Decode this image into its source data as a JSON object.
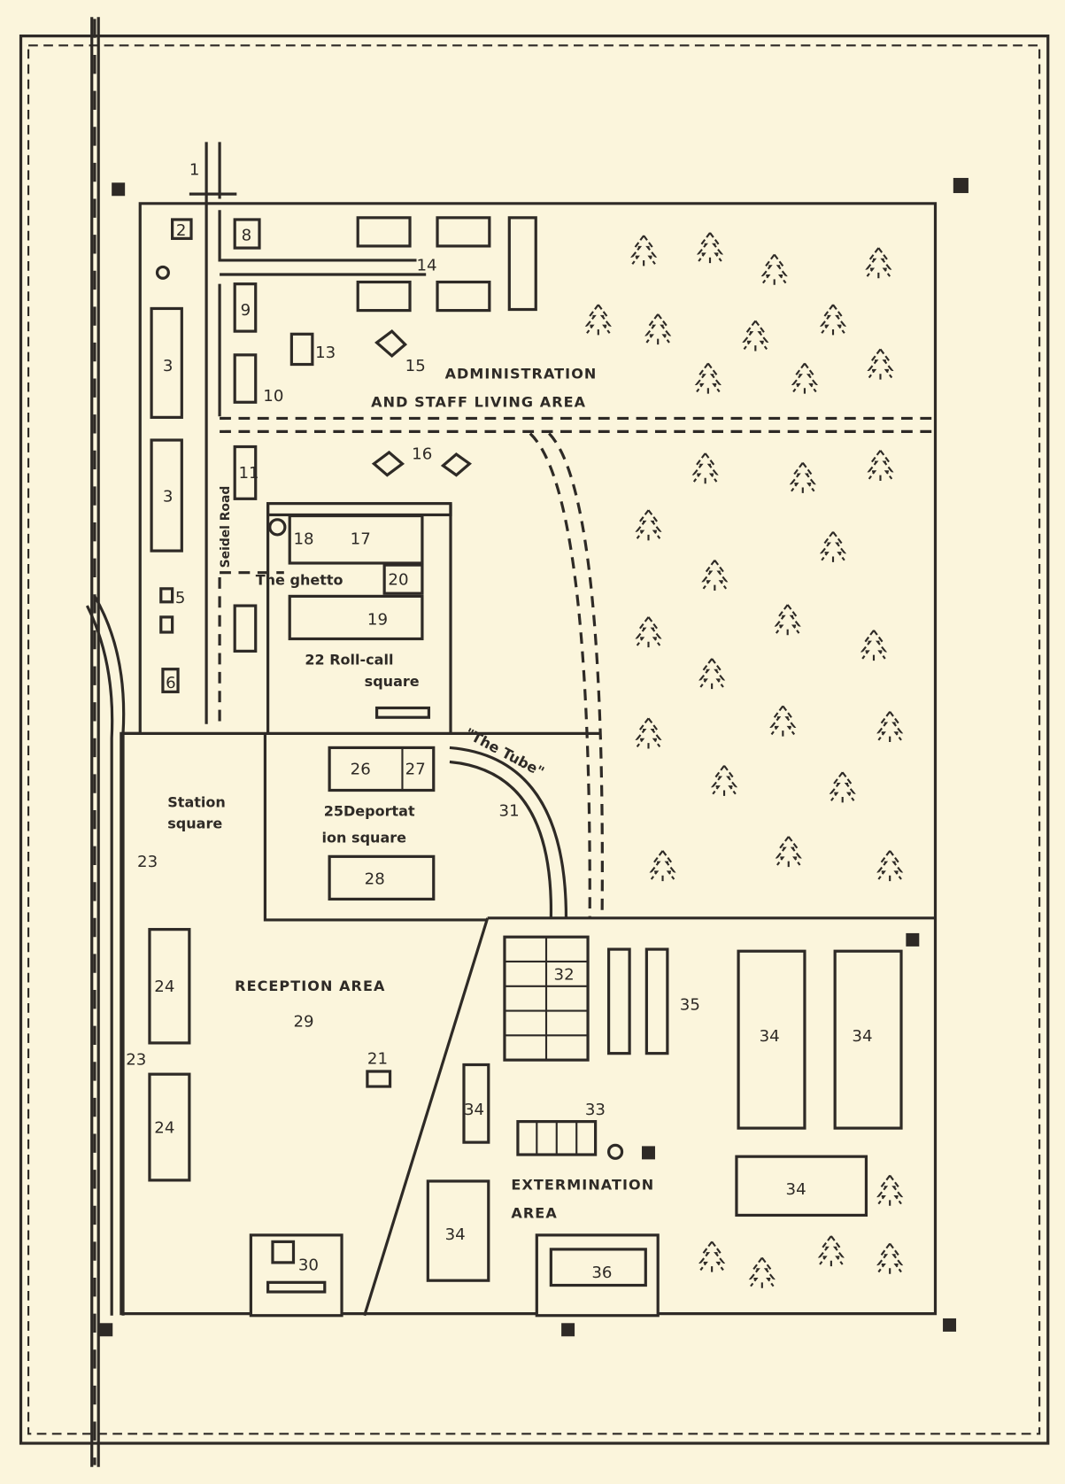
{
  "map": {
    "areas": {
      "administration_line1": "ADMINISTRATION",
      "administration_line2": "AND STAFF LIVING AREA",
      "reception": "RECEPTION AREA",
      "extermination_line1": "EXTERMINATION",
      "extermination_line2": "AREA"
    },
    "places": {
      "station_line1": "Station",
      "station_line2": "square",
      "rollcall": "22 Roll-call",
      "rollcall_line2": "square",
      "deportation_line1": "25Deportat",
      "deportation_line2": "ion square",
      "ghetto": "The ghetto",
      "tube": "\"The Tube\"",
      "seitz_road": "Seidel Road"
    },
    "numbers": {
      "n1": "1",
      "n2": "2",
      "n3a": "3",
      "n3b": "3",
      "n5": "5",
      "n6": "6",
      "n8": "8",
      "n9": "9",
      "n10": "10",
      "n11": "11",
      "n13": "13",
      "n14": "14",
      "n15": "15",
      "n16": "16",
      "n17": "17",
      "n18": "18",
      "n19": "19",
      "n20": "20",
      "n21": "21",
      "n23a": "23",
      "n23b": "23",
      "n24a": "24",
      "n24b": "24",
      "n26": "26",
      "n27": "27",
      "n28": "28",
      "n29": "29",
      "n30": "30",
      "n31": "31",
      "n32": "32",
      "n33": "33",
      "n34a": "34",
      "n34b": "34",
      "n34c": "34",
      "n34d": "34",
      "n34e": "34",
      "n35": "35",
      "n36": "36"
    },
    "colors": {
      "paper": "#fbf5dc",
      "ink": "#2e2a26"
    }
  }
}
